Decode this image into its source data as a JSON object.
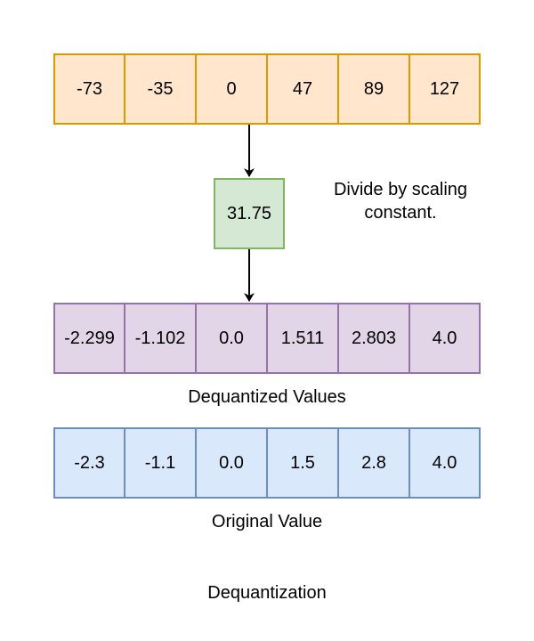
{
  "quantized_values": [
    "-73",
    "-35",
    "0",
    "47",
    "89",
    "127"
  ],
  "scaling_constant": "31.75",
  "scaling_note": "Divide by scaling constant.",
  "dequantized_values": [
    "-2.299",
    "-1.102",
    "0.0",
    "1.511",
    "2.803",
    "4.0"
  ],
  "dequantized_caption": "Dequantized Values",
  "original_values": [
    "-2.3",
    "-1.1",
    "0.0",
    "1.5",
    "2.8",
    "4.0"
  ],
  "original_caption": "Original Value",
  "title": "Dequantization",
  "colors": {
    "quantized_fill": "#ffe6cc",
    "quantized_stroke": "#d79b00",
    "scale_fill": "#d5e8d4",
    "scale_stroke": "#82b366",
    "dequantized_fill": "#e1d5e7",
    "dequantized_stroke": "#9673a6",
    "original_fill": "#dae8fc",
    "original_stroke": "#6c8ebf"
  }
}
